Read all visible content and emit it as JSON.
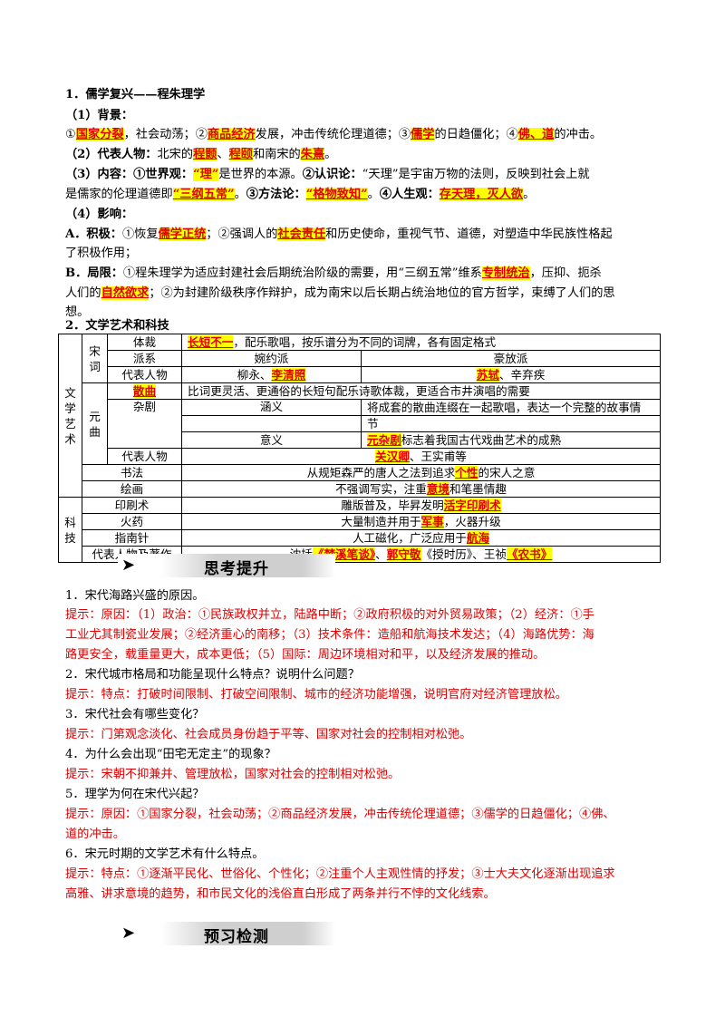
{
  "s1": {
    "title": "1．儒学复兴——程朱理学",
    "bg_label": "（1）背景：",
    "bg": [
      "①",
      "国家分裂",
      "，社会动荡；②",
      "商品经济",
      "发展，冲击传统伦理道德；③",
      "儒学",
      "的日趋僵化；④",
      "佛、道",
      "的冲击。"
    ],
    "rep": [
      "（2）代表人物：",
      "北宋的",
      "程颢",
      "、",
      "程颐",
      "和南宋的",
      "朱熹",
      "。"
    ],
    "content1": [
      "（3）内容：①世界观：",
      "“理”",
      "是世界的本源。",
      "②认识论：",
      "“天理”是宇宙万物的法则，反映到社会上就"
    ],
    "content2": [
      "是儒家的伦理道德即",
      "“三纲五常”",
      "。",
      "③方法论：",
      "“格物致知”",
      "。",
      "④人生观：",
      "存天理，灭人欲",
      "。"
    ],
    "infl_label": "（4）影响：",
    "pos1": [
      "A．积极：",
      "①恢复",
      "儒学正统",
      "；②强调人的",
      "社会责任",
      "和历史使命，重视气节、道德，对塑造中华民族性格起"
    ],
    "pos2": "了积极作用；",
    "neg1": [
      "B．局限：",
      "①程朱理学为适应封建社会后期统治阶级的需要，用“三纲五常”维系",
      "专制统治",
      "，压抑、扼杀"
    ],
    "neg2": [
      "人们的",
      "自然欲求",
      "；②为封建阶级秩序作辩护，成为南宋以后长期占统治地位的官方哲学，束缚了人们的思"
    ],
    "neg3": "想。"
  },
  "s2": {
    "title": "2．文学艺术和科技"
  },
  "table": {
    "lit_label": [
      "文",
      "学",
      "艺",
      "术"
    ],
    "songci_label": [
      "宋",
      "词"
    ],
    "yuanqu_label": [
      "元",
      "曲"
    ],
    "tiecai": "体裁",
    "tiecai_val": [
      "长短不一",
      "，配乐歌唱，按乐谱分为不同的词牌，各有固定格式"
    ],
    "paixi": "派系",
    "wanyue": "婉约派",
    "haofang": "豪放派",
    "daibiao": "代表人物",
    "wanyue_people": [
      "柳永、",
      "李清照"
    ],
    "haofang_people": [
      "苏轼",
      "、辛弃疾"
    ],
    "sanqu": "散曲",
    "sanqu_val": "比词更灵活、更通俗的长短句配乐诗歌体裁，更适合市井演唱的需要",
    "zaju": "杂剧",
    "hanyi": "涵义",
    "hanyi_val1": "将成套的散曲连缀在一起歌唱，表达一个完整的故事情",
    "hanyi_val2": "节",
    "yiyi": "意义",
    "yiyi_val": [
      "元杂剧",
      "标志着我国古代戏曲艺术的成熟"
    ],
    "yuan_people": [
      "关汉卿",
      "、王实甫等"
    ],
    "shufa": "书法",
    "shufa_val": [
      "从规矩森严的唐人之法到追求",
      "个性",
      "的宋人之意"
    ],
    "huihua": "绘画",
    "huihua_val": [
      "不强调写实，注重",
      "意境",
      "和笔墨情趣"
    ],
    "keji_label": [
      "科",
      "技"
    ],
    "yinshua": "印刷术",
    "yinshua_val": [
      "雕版普及，毕昇发明",
      "活字印刷术"
    ],
    "huoyao": "火药",
    "huoyao_val": [
      "大量制造并用于",
      "军事",
      "，火器升级"
    ],
    "zhinan": "指南针",
    "zhinan_val": [
      "人工磁化，广泛应用于",
      "航海"
    ],
    "works": "代表人物及著作",
    "works_val": [
      "沈括",
      "《梦溪笔谈》",
      "、",
      "郭守敬",
      "《授时历》、王祯",
      "《农书》"
    ]
  },
  "think": {
    "arrow": "➤",
    "title": "思考提升",
    "q1": "1．宋代海路兴盛的原因。",
    "a1a": "提示：原因：（1）政治：①民族政权并立，陆路中断；②政府积极的对外贸易政策；（2）经济：①手",
    "a1b": "工业尤其制瓷业发展；②经济重心的南移；（3）技术条件：造船和航海技术发达；（4）海路优势：海",
    "a1c": "路更安全，载重量更大，成本更低；（5）国际：周边环境相对和平，以及经济发展的推动。",
    "q2": "2．宋代城市格局和功能呈现什么特点？说明什么问题？",
    "a2": "提示：特点：打破时间限制、打破空间限制、城市的经济功能增强，说明官府对经济管理放松。",
    "q3": "3．宋代社会有哪些变化？",
    "a3": "提示：门第观念淡化、社会成员身份趋于平等、国家对社会的控制相对松弛。",
    "q4": "4．为什么会出现“田宅无定主”的现象？",
    "a4": "提示：宋朝不抑兼并、管理放松，国家对社会的控制相对松弛。",
    "q5": "5．理学为何在宋代兴起？",
    "a5a": "提示：原因：①国家分裂，社会动荡；②商品经济发展，冲击传统伦理道德；③儒学的日趋僵化；④佛、",
    "a5b": "道的冲击。",
    "q6": "6．宋元时期的文学艺术有什么特点。",
    "a6a": "提示：特点：①逐渐平民化、世俗化、个性化；②注重个人主观性情的抒发；③士大夫文化逐渐出现追求",
    "a6b": "高雅、讲求意境的趋势，和市民文化的浅俗直白形成了两条并行不悖的文化线索。"
  },
  "preview": {
    "arrow": "➤",
    "title": "预习检测"
  }
}
